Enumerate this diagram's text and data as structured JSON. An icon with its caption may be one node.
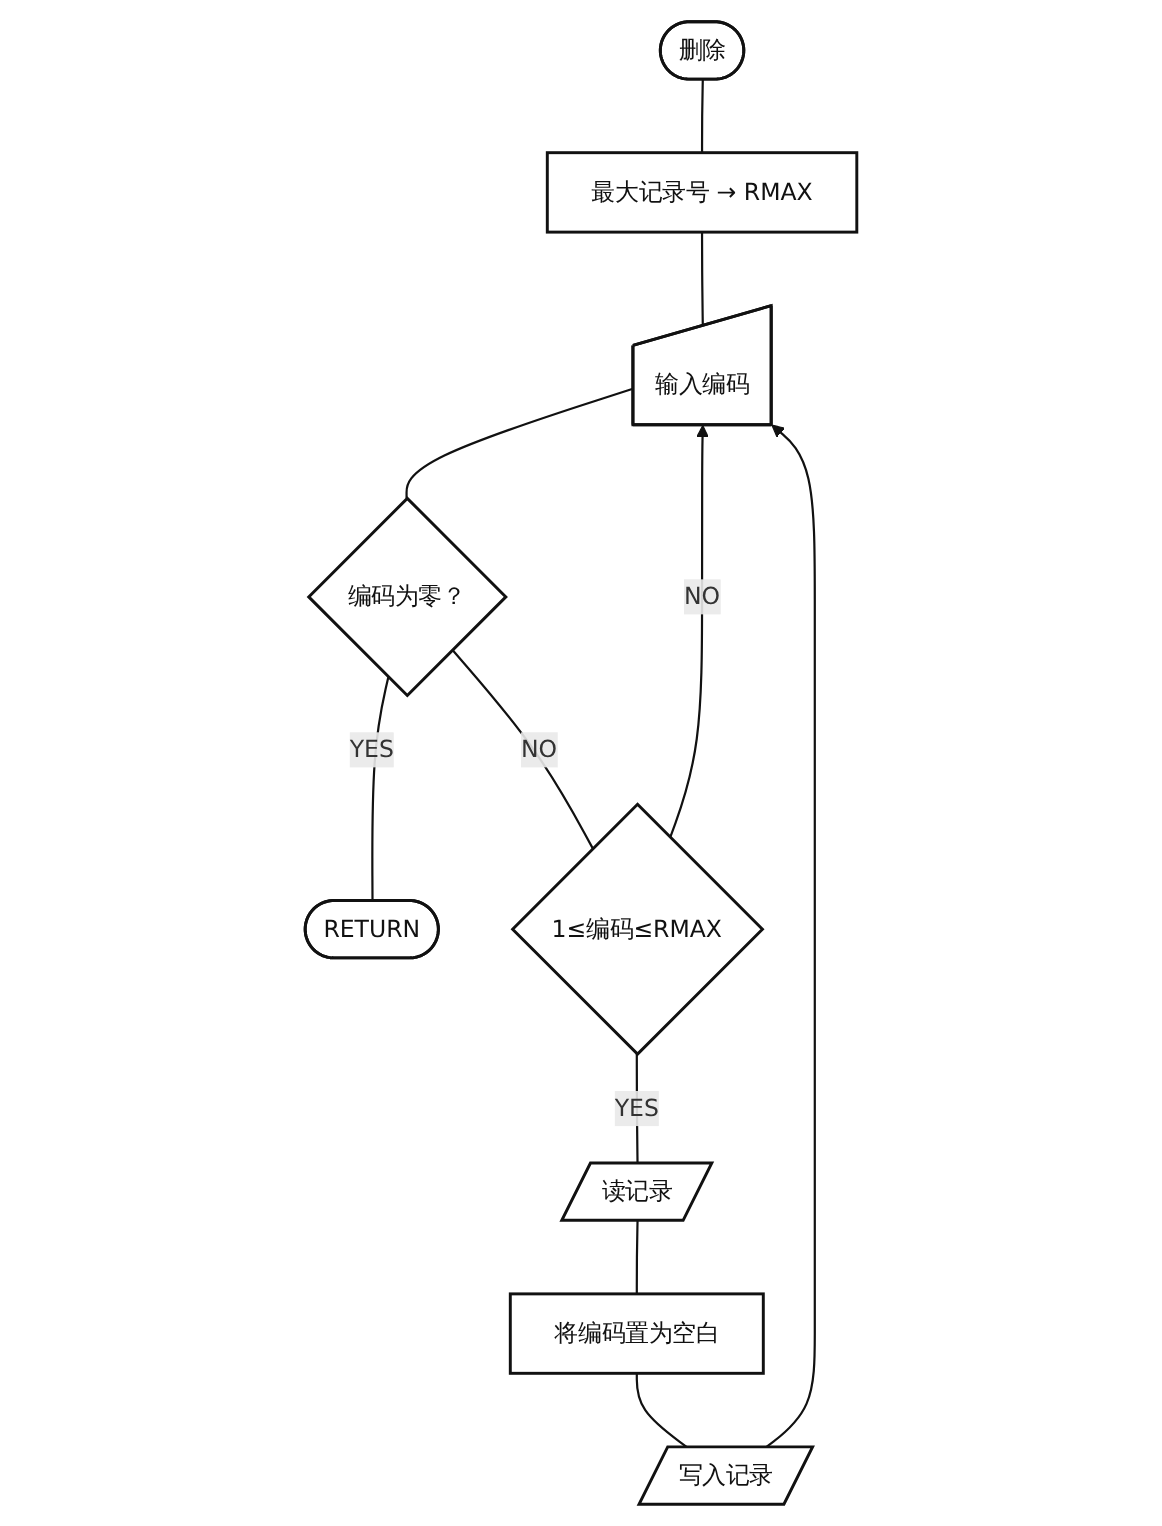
{
  "diagram": {
    "nodes": [
      {
        "text": [
          "删除"
        ]
      },
      {
        "text": [
          "最大记录号 → RMAX"
        ]
      },
      {
        "text": [
          "输入编码"
        ]
      },
      {
        "text": [
          "编码为零？"
        ]
      },
      {
        "text": [
          "RETURN"
        ]
      },
      {
        "text": [
          "1≤编码≤RMAX"
        ]
      },
      {
        "text": [
          "读记录"
        ]
      },
      {
        "text": [
          "将编码置为空白"
        ]
      },
      {
        "text": [
          "写入记录"
        ]
      }
    ],
    "edges": [
      {
        "from": 0,
        "to": 1,
        "arrow": "none"
      },
      {
        "from": 1,
        "to": 2,
        "arrow": "none"
      },
      {
        "from": 2,
        "to": 3,
        "arrow": "none"
      },
      {
        "from": 3,
        "to": 4,
        "arrow": "none",
        "label": "YES"
      },
      {
        "from": 3,
        "to": 5,
        "arrow": "none",
        "label": "NO"
      },
      {
        "from": 5,
        "to": 2,
        "arrow": "to",
        "label": "NO"
      },
      {
        "from": 5,
        "to": 6,
        "arrow": "none",
        "label": "YES"
      },
      {
        "from": 6,
        "to": 7,
        "arrow": "none"
      },
      {
        "from": 7,
        "to": 8,
        "arrow": "none"
      },
      {
        "from": 8,
        "to": 2,
        "arrow": "to"
      }
    ]
  }
}
